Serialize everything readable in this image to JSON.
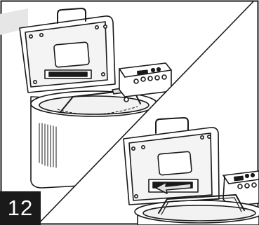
{
  "step": {
    "number": "12",
    "badge_bg": "#1a1a1a",
    "badge_fg": "#ffffff"
  },
  "panels": [
    {
      "name": "upper-left-panel",
      "shows": "bread-maker-with-open-lid-lifting-pan",
      "icon": "bread-maker-icon"
    },
    {
      "name": "lower-right-panel",
      "shows": "bread-maker-with-pan-handle-raised",
      "icon": "bread-maker-icon"
    }
  ],
  "colors": {
    "line": "#1a1a1a",
    "shade": "#d9d9d9",
    "background": "#ffffff"
  }
}
